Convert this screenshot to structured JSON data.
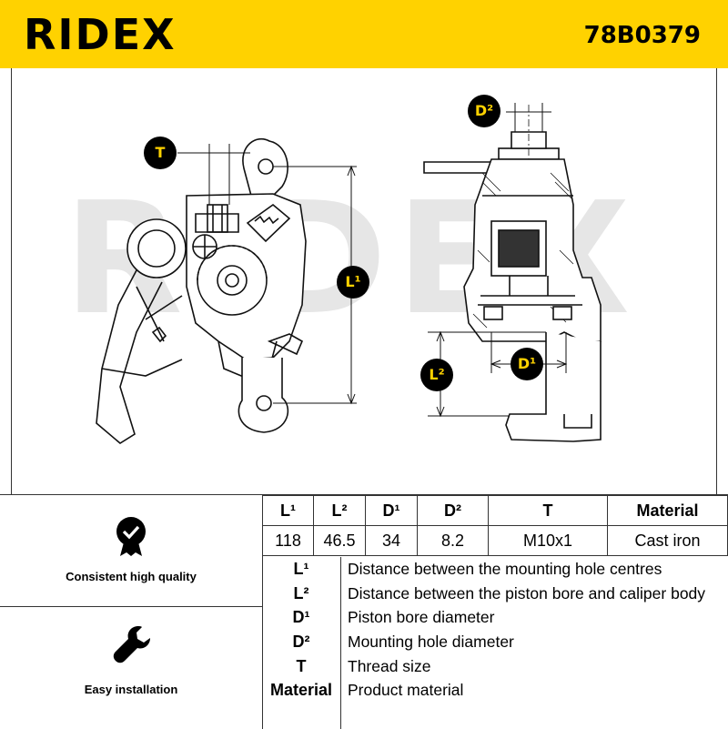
{
  "header": {
    "brand": "RIDEX",
    "part_number": "78B0379"
  },
  "drawing": {
    "watermark": "RIDEX",
    "labels": {
      "T": "T",
      "D2": "D²",
      "L1": "L¹",
      "L2": "L²",
      "D1": "D¹"
    }
  },
  "features": [
    {
      "label": "Consistent high quality",
      "icon": "badge-check-icon"
    },
    {
      "label": "Easy installation",
      "icon": "wrench-icon"
    }
  ],
  "spec_table": {
    "headers": [
      "L¹",
      "L²",
      "D¹",
      "D²",
      "T",
      "Material"
    ],
    "values": [
      "118",
      "46.5",
      "34",
      "8.2",
      "M10x1",
      "Cast iron"
    ]
  },
  "legend": [
    {
      "key": "L¹",
      "text": "Distance between the mounting hole centres"
    },
    {
      "key": "L²",
      "text": "Distance between the piston bore and caliper body"
    },
    {
      "key": "D¹",
      "text": "Piston bore diameter"
    },
    {
      "key": "D²",
      "text": "Mounting hole diameter"
    },
    {
      "key": "T",
      "text": "Thread size"
    },
    {
      "key": "Material",
      "text": "Product material"
    }
  ],
  "colors": {
    "brand_yellow": "#ffd200",
    "ink": "#000000"
  }
}
